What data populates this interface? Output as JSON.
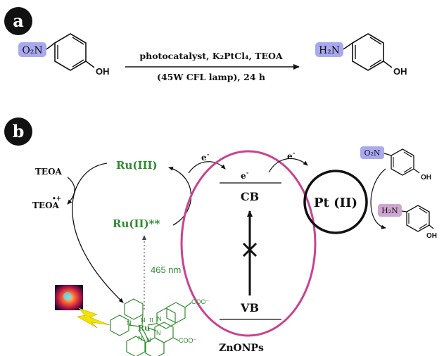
{
  "panel_a": {
    "badge": "a",
    "reactant_group": "O₂N",
    "reactant_oh": "OH",
    "conditions_line1": "photocatalyst, K₂PtCl₄, TEOA",
    "conditions_line2": "(45W CFL lamp), 24 h",
    "product_group": "H₂N",
    "product_oh": "OH"
  },
  "panel_b": {
    "badge": "b",
    "teoa": "TEOA",
    "teoa_radical": "TEOA",
    "teoa_radical_charge": "•+",
    "ru_iii": "Ru(III)",
    "ru_ii_excited": "Ru(II)**",
    "light_label": "465 nm",
    "electron_1": "e",
    "electron_2": "e",
    "electron_3": "e",
    "electron_sup": "-",
    "cb": "CB",
    "vb": "VB",
    "semiconductor": "ZnONPs",
    "pt": "Pt (II)",
    "np_group": "O₂N",
    "np_oh": "OH",
    "ap_group": "H₂N",
    "ap_oh": "OH",
    "complex_ru": "Ru",
    "complex_ox": "II",
    "complex_n": "N",
    "complex_coo": "COO⁻"
  },
  "colors": {
    "green": "#2e8b2e",
    "pink": "#c9438f",
    "blue_tag": "#a9a9f0",
    "mauve_tag": "#cfa6cf",
    "yellow": "#f2e400"
  }
}
